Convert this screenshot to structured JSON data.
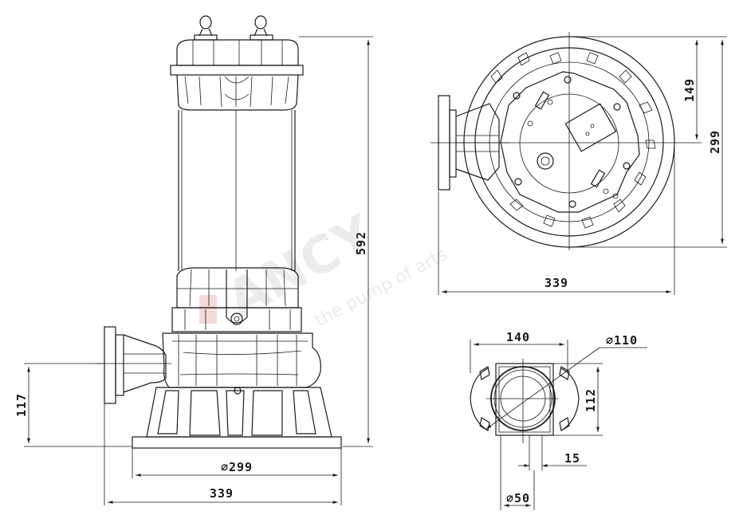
{
  "watermark": {
    "brand": "ANCY",
    "tagline": "the pump of arts"
  },
  "dimensions": {
    "front_height": "592",
    "front_outlet_height": "117",
    "front_base_diameter": "⌀299",
    "front_width": "339",
    "top_height_to_center": "149",
    "top_total_height": "299",
    "top_width": "339",
    "flange_width": "140",
    "flange_bolt_circle": "⌀110",
    "flange_height": "112",
    "flange_thickness": "15",
    "flange_bore": "⌀50"
  },
  "colors": {
    "line": "#1a1a1a",
    "watermark": "#ececec",
    "accent_red": "#f2d6d6"
  }
}
